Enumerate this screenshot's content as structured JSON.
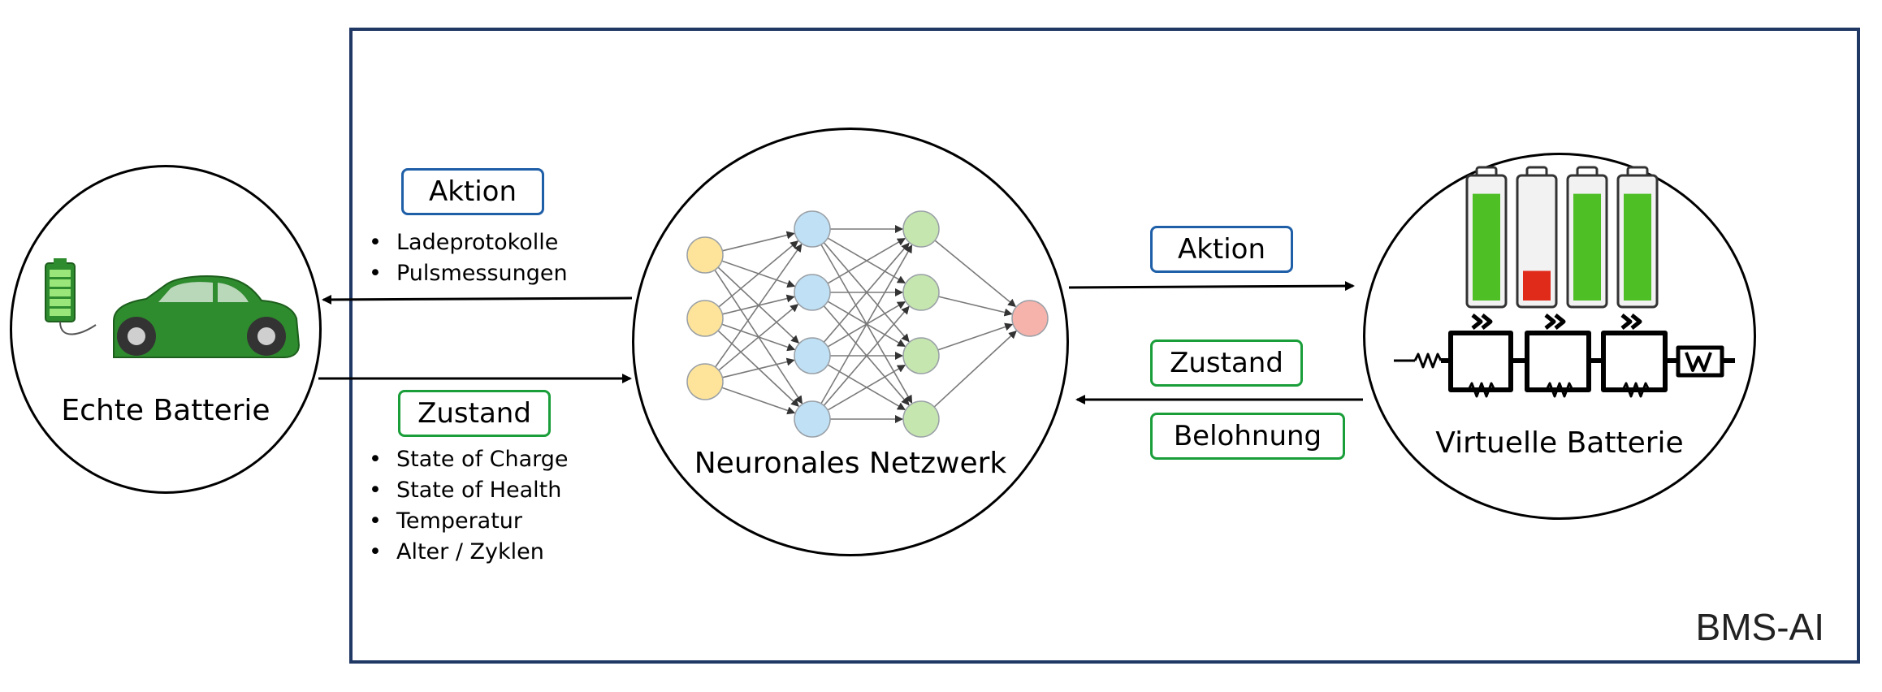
{
  "system_label": "BMS-AI",
  "nodes": {
    "real_battery": "Echte Batterie",
    "neural_network": "Neuronales Netzwerk",
    "virtual_battery": "Virtuelle Batterie"
  },
  "left_top": {
    "label": "Aktion",
    "items": [
      "Ladeprotokolle",
      "Pulsmessungen"
    ]
  },
  "left_bottom": {
    "label": "Zustand",
    "items": [
      "State of Charge",
      "State of Health",
      "Temperatur",
      "Alter / Zyklen"
    ]
  },
  "right": {
    "action": "Aktion",
    "state": "Zustand",
    "reward": "Belohnung"
  },
  "network_layers": [
    {
      "count": 3,
      "color": "#fde49a"
    },
    {
      "count": 4,
      "color": "#bfe0f5"
    },
    {
      "count": 4,
      "color": "#c6e6b0"
    },
    {
      "count": 1,
      "color": "#f6b3ac"
    }
  ],
  "battery_levels": [
    0.9,
    0.25,
    0.9,
    0.9
  ],
  "colors": {
    "frame": "#1f3864",
    "blue_border": "#1f5fa8",
    "green_border": "#1a9e3a",
    "battery_green": "#4fbf26",
    "battery_red": "#e02b1b",
    "car": "#2e8b2e"
  }
}
